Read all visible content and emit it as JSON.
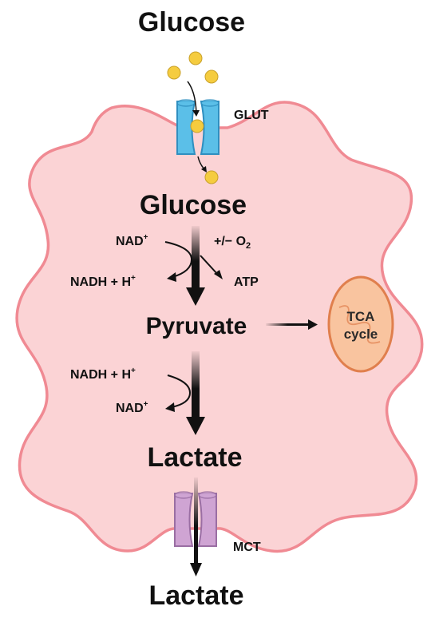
{
  "labels": {
    "glucose_outside": "Glucose",
    "glut": "GLUT",
    "glucose_inside": "Glucose",
    "nad": "NAD",
    "nad_sup": "+",
    "oxygen_prefix": "+/− O",
    "oxygen_sub": "2",
    "nadh_h": "NADH + H",
    "nadh_h_sup": "+",
    "atp": "ATP",
    "pyruvate": "Pyruvate",
    "tca_line1": "TCA",
    "tca_line2": "cycle",
    "nadh_h_2": "NADH + H",
    "nadh_h_2_sup": "+",
    "nad_2": "NAD",
    "nad_2_sup": "+",
    "lactate_inside": "Lactate",
    "mct": "MCT",
    "lactate_outside": "Lactate"
  },
  "colors": {
    "cell_fill": "#fbd3d5",
    "cell_stroke": "#f08a93",
    "glut_fill": "#5bbfe8",
    "glut_stroke": "#2f8fc0",
    "mct_fill": "#cfa4d3",
    "mct_stroke": "#9a6ea3",
    "glucose_dot": "#f5cc3f",
    "glucose_dot_stroke": "#c9a12a",
    "mito_fill": "#f9c49f",
    "mito_stroke": "#e07f4d",
    "arrow": "#111111"
  }
}
